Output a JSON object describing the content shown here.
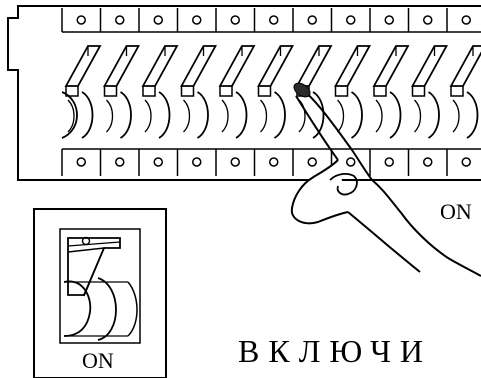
{
  "illustration": {
    "main_on_label": "ON",
    "detail_on_label": "ON",
    "caption": "ВКЛЮЧИ",
    "breaker_count": 11,
    "pointed_breaker_index": 6,
    "ink_color": "#000000",
    "fingertip_color": "#2a2a2a"
  }
}
